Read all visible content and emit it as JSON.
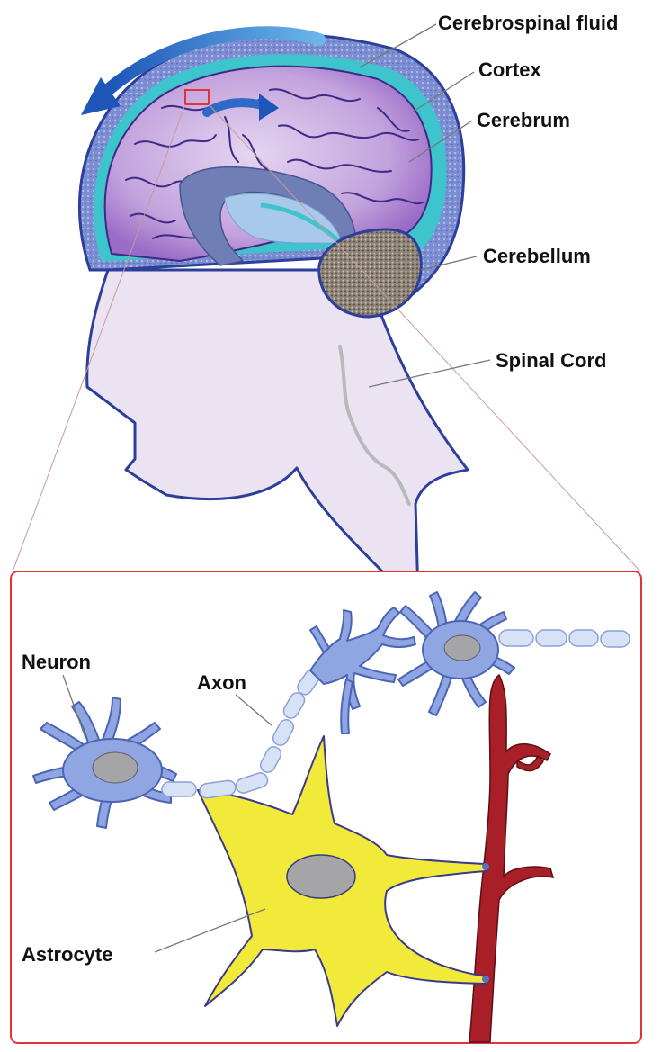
{
  "labels": {
    "csf": "Cerebrospinal fluid",
    "cortex": "Cortex",
    "cerebrum": "Cerebrum",
    "cerebellum": "Cerebellum",
    "spinal_cord": "Spinal Cord",
    "neuron": "Neuron",
    "axon": "Axon",
    "astrocyte": "Astrocyte"
  },
  "colors": {
    "skull": "#5a6fc0",
    "csf": "#3ec4cc",
    "cerebrum": "#b58ed6",
    "face": "#ece3f2",
    "ventricle": "#8fa0c8",
    "cerebellum": "#8a7f74",
    "neuron": "#8fa6e3",
    "myelin": "#d7e2f6",
    "astrocyte": "#f1ea3a",
    "vessel": "#a81f27",
    "frame": "#e0343a",
    "arrow": "#2f7fd0"
  }
}
